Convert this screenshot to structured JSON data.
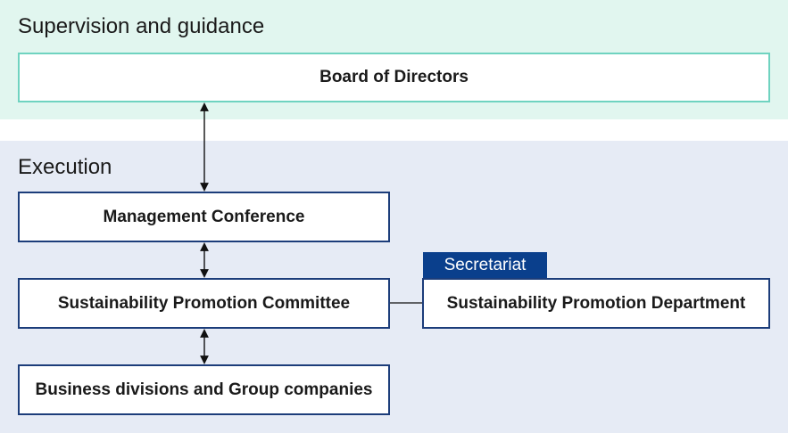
{
  "sections": {
    "supervision": {
      "title": "Supervision and guidance"
    },
    "execution": {
      "title": "Execution"
    }
  },
  "nodes": {
    "board": "Board of Directors",
    "management": "Management Conference",
    "committee": "Sustainability Promotion Committee",
    "business": "Business divisions and Group companies",
    "department": "Sustainability Promotion Department",
    "secretariat_tag": "Secretariat"
  },
  "colors": {
    "supervision_band": "#e1f6ef",
    "execution_band": "#e6ebf5",
    "teal_border": "#6fd3c0",
    "navy_border": "#1c3d7a",
    "tag_background": "#0a3f8c"
  }
}
